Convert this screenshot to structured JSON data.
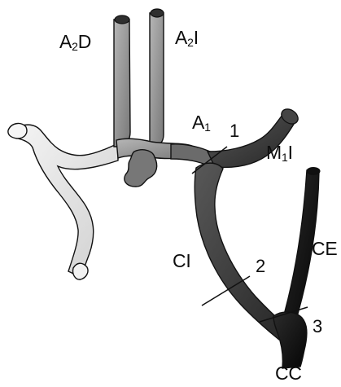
{
  "labels": {
    "a2d": {
      "main": "A",
      "sub": "2",
      "suffix": "D"
    },
    "a2l": {
      "main": "A",
      "sub": "2",
      "suffix": "I"
    },
    "a1": {
      "main": "A",
      "sub": "1",
      "suffix": ""
    },
    "m1l": {
      "main": "M",
      "sub": "1",
      "suffix": "I"
    },
    "cl": "CI",
    "ce": "CE",
    "cc": "CC",
    "seg1": "1",
    "seg2": "2",
    "seg3": "3"
  },
  "colors": {
    "light_vessel": "#dcdcdc",
    "mid_vessel": "#8f8f8f",
    "dark_vessel": "#3f3f3f",
    "black_vessel": "#171717",
    "outline": "#111111",
    "text": "#0d0d0d"
  }
}
